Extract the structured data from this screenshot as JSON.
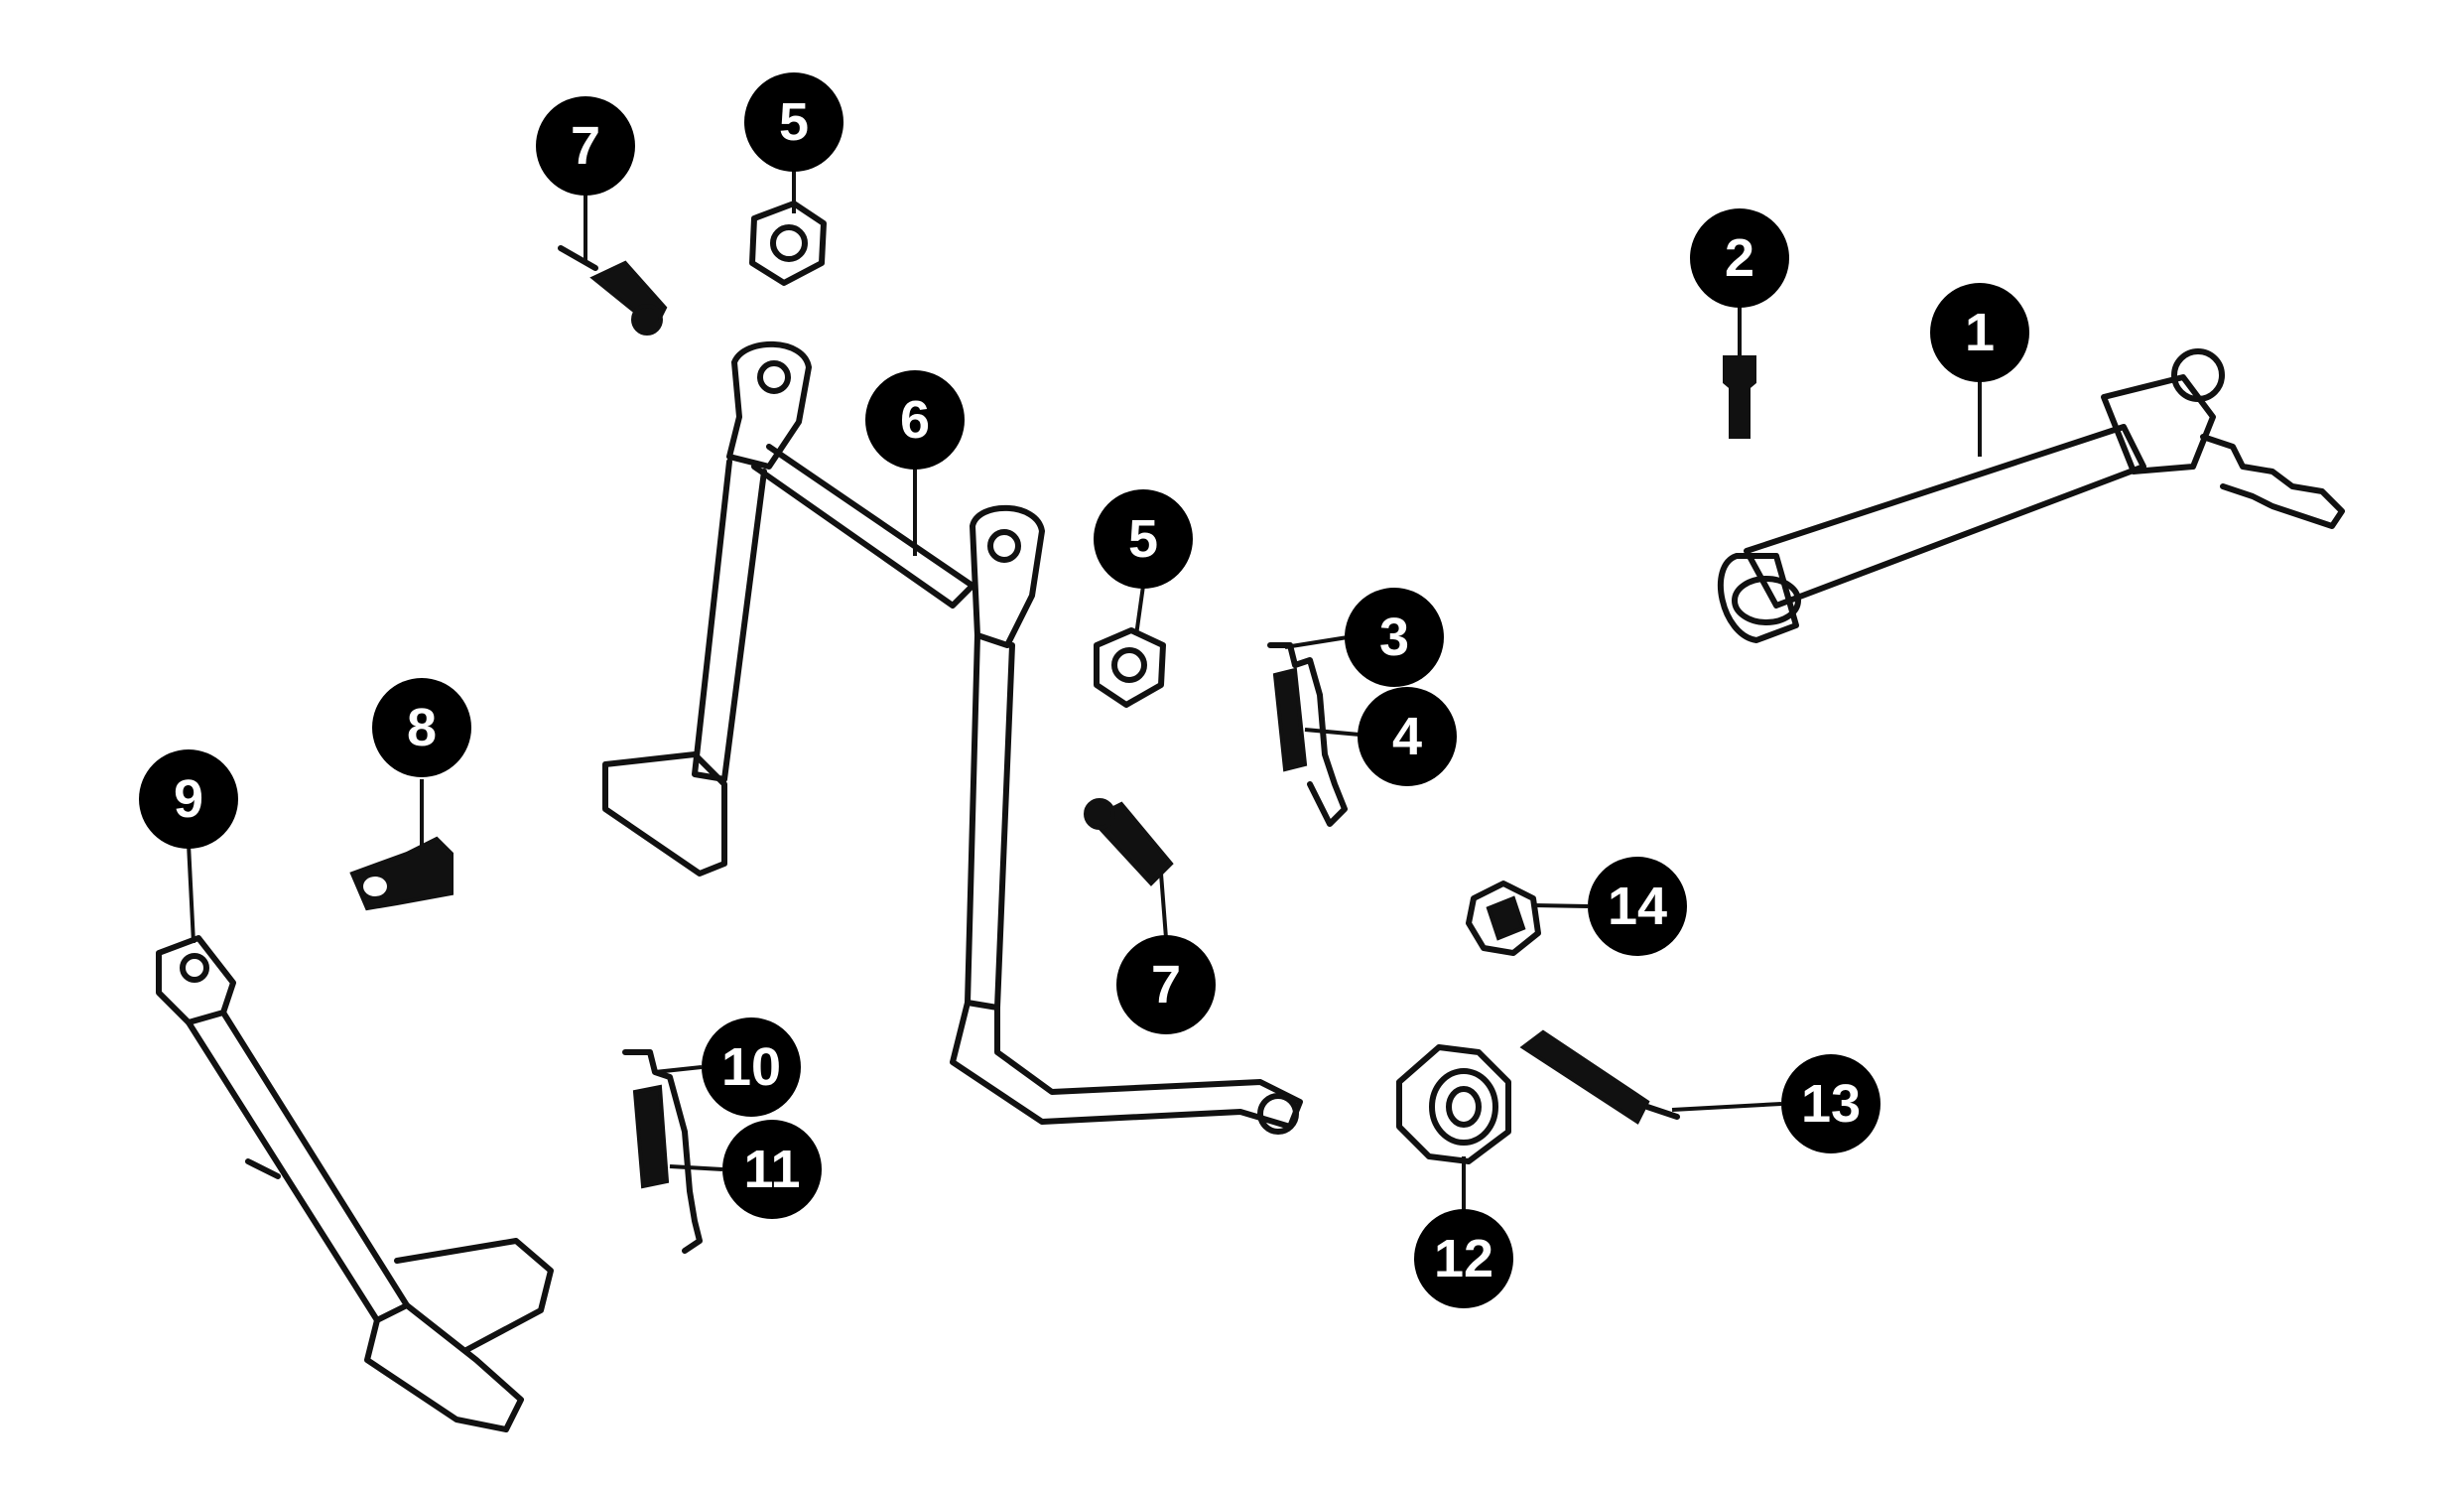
{
  "diagram": {
    "callouts": [
      {
        "id": "c1",
        "label": "1"
      },
      {
        "id": "c2",
        "label": "2"
      },
      {
        "id": "c3",
        "label": "3"
      },
      {
        "id": "c4",
        "label": "4"
      },
      {
        "id": "c5a",
        "label": "5"
      },
      {
        "id": "c5b",
        "label": "5"
      },
      {
        "id": "c6",
        "label": "6"
      },
      {
        "id": "c7a",
        "label": "7"
      },
      {
        "id": "c7b",
        "label": "7"
      },
      {
        "id": "c8",
        "label": "8"
      },
      {
        "id": "c9",
        "label": "9"
      },
      {
        "id": "c10",
        "label": "10"
      },
      {
        "id": "c11",
        "label": "11"
      },
      {
        "id": "c12",
        "label": "12"
      },
      {
        "id": "c13",
        "label": "13"
      },
      {
        "id": "c14",
        "label": "14"
      }
    ]
  }
}
